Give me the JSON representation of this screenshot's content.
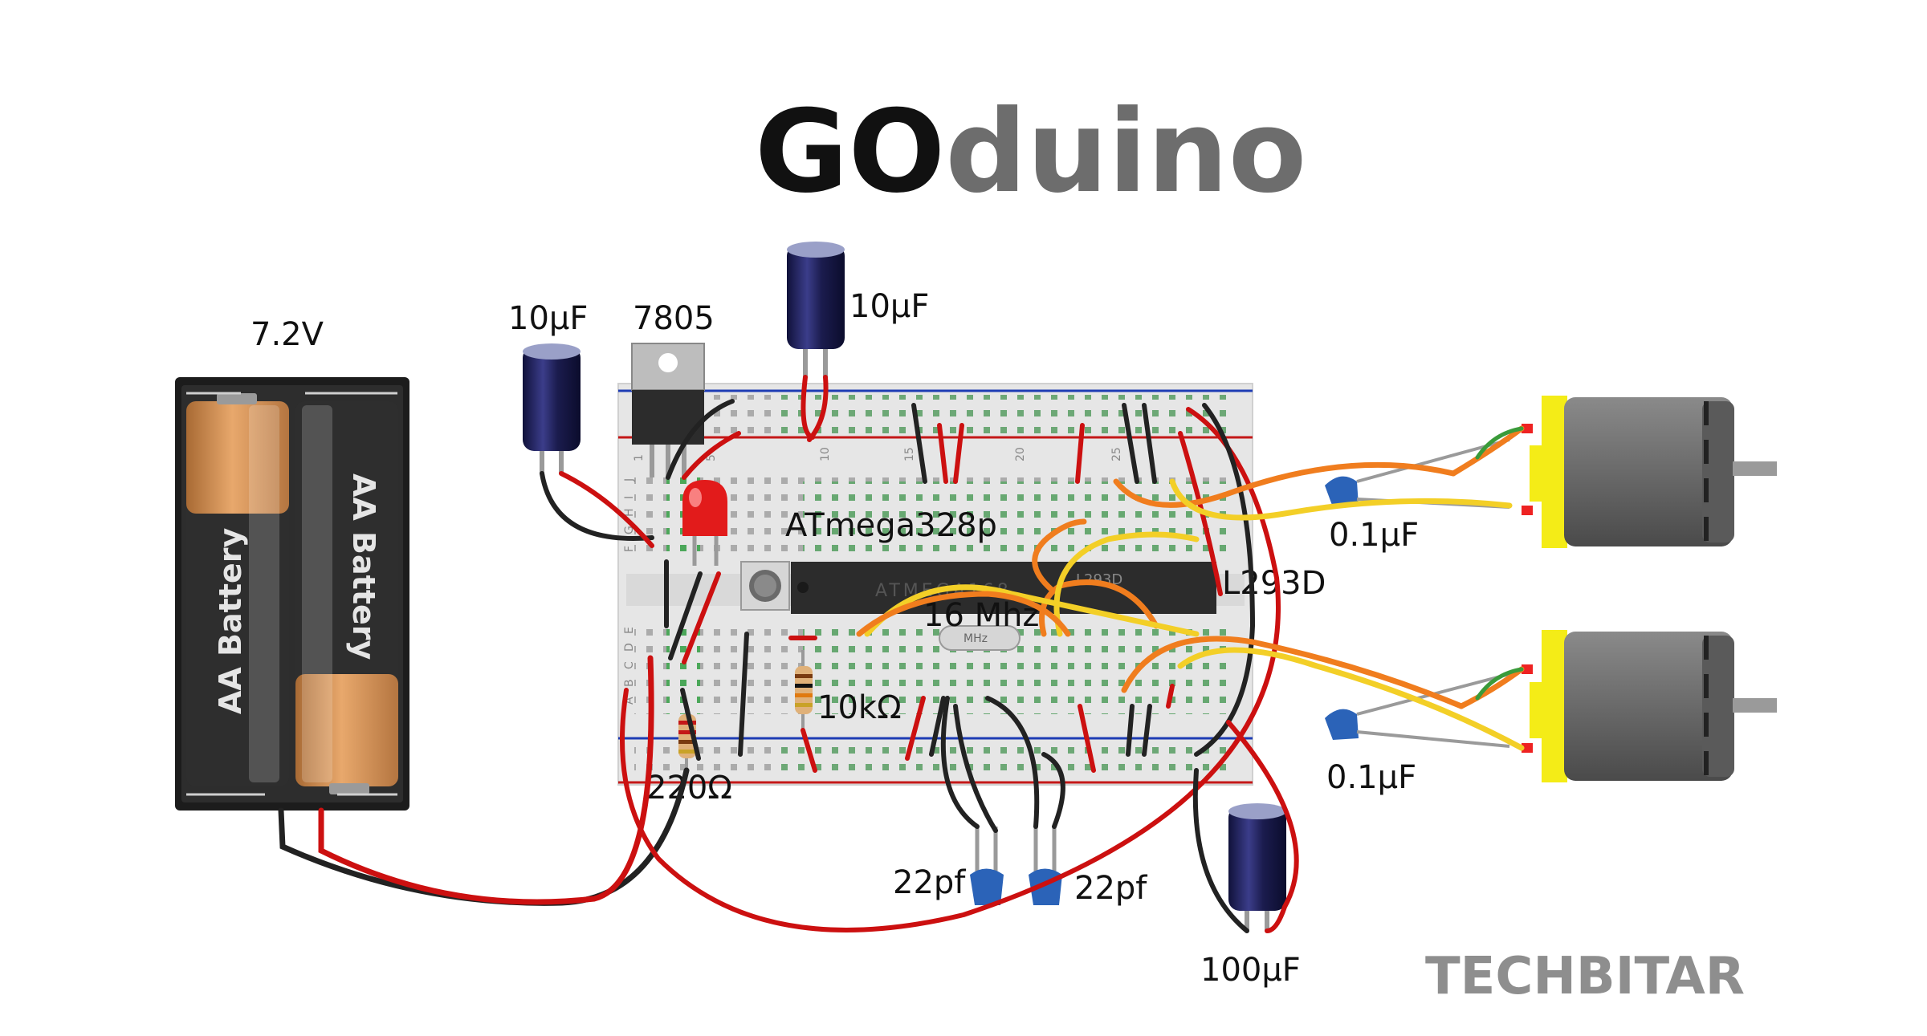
{
  "title": {
    "part1": "GO",
    "part2": "duino"
  },
  "brand": "TECHBITAR",
  "labels": {
    "battery_voltage": "7.2V",
    "cap_input": "10μF",
    "regulator": "7805",
    "cap_output": "10μF",
    "mcu": "ATmega328p",
    "mcu_chip_print": "ATMEGA168",
    "driver": "L293D",
    "driver_chip_print": "L293D",
    "crystal": "16 Mhz",
    "crystal_print": "MHz",
    "cap_motor1": "0.1μF",
    "cap_motor2": "0.1μF",
    "resistor_pullup": "10kΩ",
    "resistor_led": "220Ω",
    "cap_crystal1": "22pf",
    "cap_crystal2": "22pf",
    "cap_bulk": "100μF"
  },
  "battery_cells": [
    "AA Battery",
    "AA Battery"
  ],
  "breadboard_columns": [
    "1",
    "5",
    "10",
    "15",
    "20",
    "25"
  ],
  "breadboard_rows_top": [
    "J",
    "I",
    "H",
    "G",
    "F"
  ],
  "breadboard_rows_bottom": [
    "E",
    "D",
    "C",
    "B",
    "A"
  ],
  "colors": {
    "wire_red": "#cc1010",
    "wire_black": "#222222",
    "wire_orange": "#f07d1e",
    "wire_yellow": "#f3cf27",
    "breadboard": "#eaeaea",
    "hole_green": "#3aa64a",
    "chip": "#2c2c2c",
    "capacitor": "#1b1c4e",
    "motor_body": "#6e6e6e",
    "motor_cap": "#f4ec17",
    "battery_copper": "#d58f50"
  }
}
